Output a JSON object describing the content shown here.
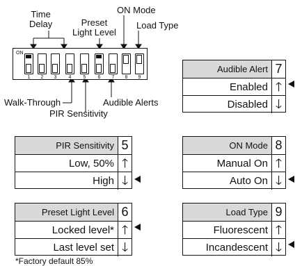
{
  "switch_labels": {
    "time_delay": "Time\nDelay",
    "preset_light_level": "Preset\nLight Level",
    "on_mode": "ON Mode",
    "load_type": "Load Type",
    "walk_through": "Walk-Through",
    "pir_sensitivity": "PIR Sensitivity",
    "audible_alerts": "Audible Alerts"
  },
  "dip_switch": {
    "on_label": "ON",
    "numbers": [
      "1",
      "2",
      "3",
      "4",
      "5",
      "6",
      "7",
      "8",
      "9"
    ]
  },
  "tables": {
    "audible_alert": {
      "header": "Audible Alert",
      "number": "7",
      "rows": [
        "Enabled",
        "Disabled"
      ],
      "selected_row": 0
    },
    "pir_sensitivity": {
      "header": "PIR Sensitivity",
      "number": "5",
      "rows": [
        "Low, 50%",
        "High"
      ],
      "selected_row": 1
    },
    "on_mode": {
      "header": "ON Mode",
      "number": "8",
      "rows": [
        "Manual On",
        "Auto On"
      ],
      "selected_row": 1
    },
    "preset_light_level": {
      "header": "Preset Light Level",
      "number": "6",
      "rows": [
        "Locked level*",
        "Last level set"
      ],
      "selected_row": 0
    },
    "load_type": {
      "header": "Load Type",
      "number": "9",
      "rows": [
        "Fluorescent",
        "Incandescent"
      ],
      "selected_row": 1
    }
  },
  "footnote": "*Factory default 85%",
  "icons": {
    "up": "arrow-up-icon",
    "down": "arrow-down-icon",
    "pointer": "pointer-triangle-icon"
  }
}
